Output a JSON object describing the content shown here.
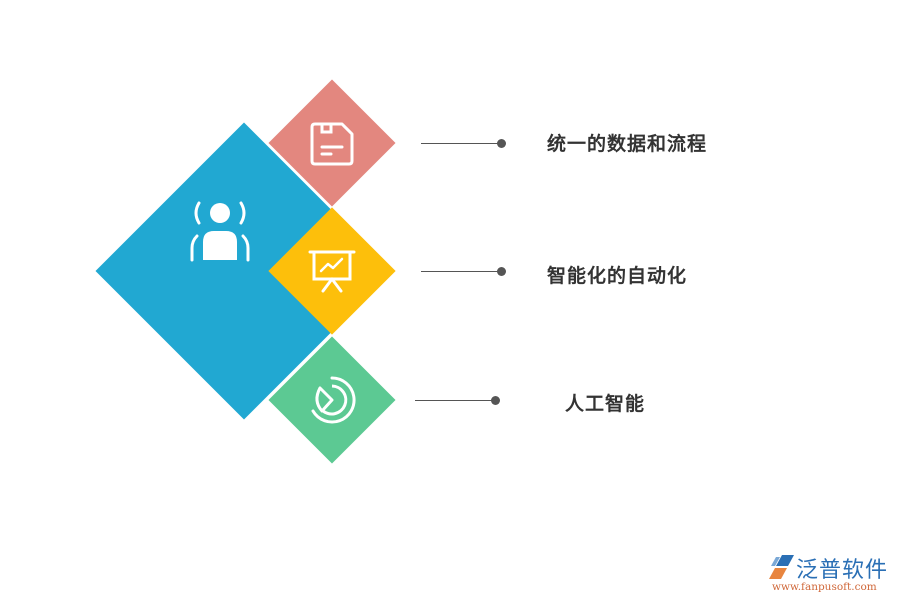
{
  "diagram": {
    "hub": {
      "name": "person",
      "icon": "person-icon",
      "color": "#21a8d2"
    },
    "items": [
      {
        "label": "统一的数据和流程",
        "icon": "floppy-disk-icon",
        "color": "#e3877f"
      },
      {
        "label": "智能化的自动化",
        "icon": "presentation-chart-icon",
        "color": "#fdbf0b"
      },
      {
        "label": "人工智能",
        "icon": "pie-chart-icon",
        "color": "#5cc993"
      }
    ],
    "connector_color": "#555555"
  },
  "watermark": {
    "brand": "泛普软件",
    "url": "www.fanpusoft.com"
  }
}
